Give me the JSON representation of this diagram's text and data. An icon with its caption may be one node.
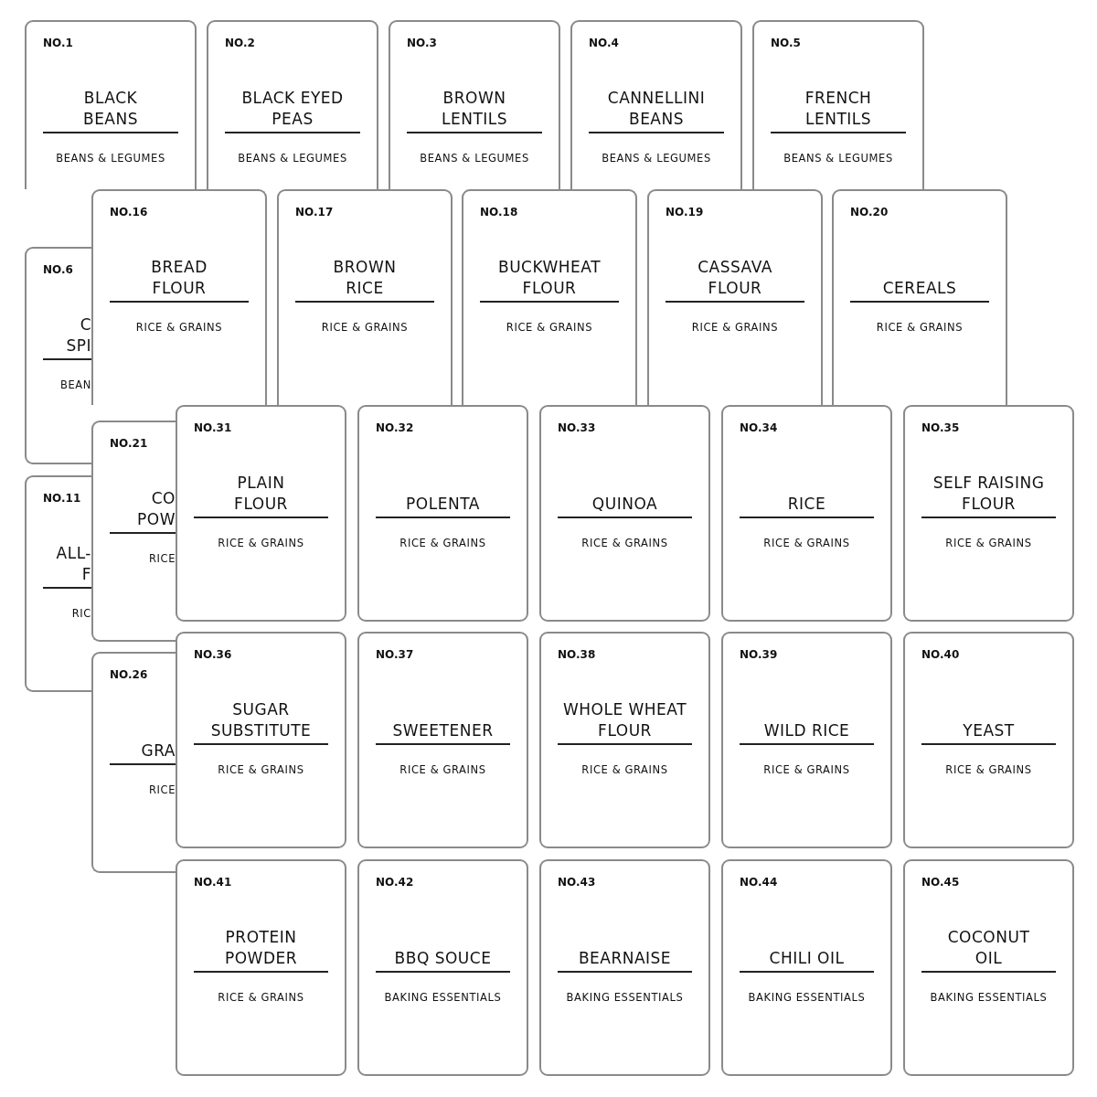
{
  "diagram": {
    "nodes": [
      {
        "text": [
          "NO.1",
          "BLACK BEANS",
          "BEANS & LEGUMES"
        ]
      },
      {
        "text": [
          "NO.2",
          "BLACK EYED PEAS",
          "BEANS & LEGUMES"
        ]
      },
      {
        "text": [
          "NO.3",
          "BROWN LENTILS",
          "BEANS & LEGUMES"
        ]
      },
      {
        "text": [
          "NO.4",
          "CANNELLINI BEANS",
          "BEANS & LEGUMES"
        ]
      },
      {
        "text": [
          "NO.5",
          "FRENCH LENTILS",
          "BEANS & LEGUMES"
        ]
      },
      {
        "text": [
          "NO.6",
          "C SPI",
          "BEAN"
        ]
      },
      {
        "text": [
          "NO.11",
          "ALL- F",
          "RIC"
        ]
      },
      {
        "text": [
          "NO.16",
          "BREAD FLOUR",
          "RICE & GRAINS"
        ]
      },
      {
        "text": [
          "NO.17",
          "BROWN RICE",
          "RICE & GRAINS"
        ]
      },
      {
        "text": [
          "NO.18",
          "BUCKWHEAT FLOUR",
          "RICE & GRAINS"
        ]
      },
      {
        "text": [
          "NO.19",
          "CASSAVA FLOUR",
          "RICE & GRAINS"
        ]
      },
      {
        "text": [
          "NO.20",
          "CEREALS",
          "RICE & GRAINS"
        ]
      },
      {
        "text": [
          "NO.21",
          "CO POW",
          "RICE"
        ]
      },
      {
        "text": [
          "NO.26",
          "GRA",
          "RICE"
        ]
      },
      {
        "text": [
          "NO.31",
          "PLAIN FLOUR",
          "RICE & GRAINS"
        ]
      },
      {
        "text": [
          "NO.32",
          "POLENTA",
          "RICE & GRAINS"
        ]
      },
      {
        "text": [
          "NO.33",
          "QUINOA",
          "RICE & GRAINS"
        ]
      },
      {
        "text": [
          "NO.34",
          "RICE",
          "RICE & GRAINS"
        ]
      },
      {
        "text": [
          "NO.35",
          "SELF RAISING FLOUR",
          "RICE & GRAINS"
        ]
      },
      {
        "text": [
          "NO.36",
          "SUGAR SUBSTITUTE",
          "RICE & GRAINS"
        ]
      },
      {
        "text": [
          "NO.37",
          "SWEETENER",
          "RICE & GRAINS"
        ]
      },
      {
        "text": [
          "NO.38",
          "WHOLE WHEAT FLOUR",
          "RICE & GRAINS"
        ]
      },
      {
        "text": [
          "NO.39",
          "WILD RICE",
          "RICE & GRAINS"
        ]
      },
      {
        "text": [
          "NO.40",
          "YEAST",
          "RICE & GRAINS"
        ]
      },
      {
        "text": [
          "NO.41",
          "PROTEIN POWDER",
          "RICE & GRAINS"
        ]
      },
      {
        "text": [
          "NO.42",
          "BBQ SOUCE",
          "BAKING ESSENTIALS"
        ]
      },
      {
        "text": [
          "NO.43",
          "BEARNAISE",
          "BAKING ESSENTIALS"
        ]
      },
      {
        "text": [
          "NO.44",
          "CHILI OIL",
          "BAKING ESSENTIALS"
        ]
      },
      {
        "text": [
          "NO.45",
          "COCONUT OIL",
          "BAKING ESSENTIALS"
        ]
      }
    ]
  }
}
